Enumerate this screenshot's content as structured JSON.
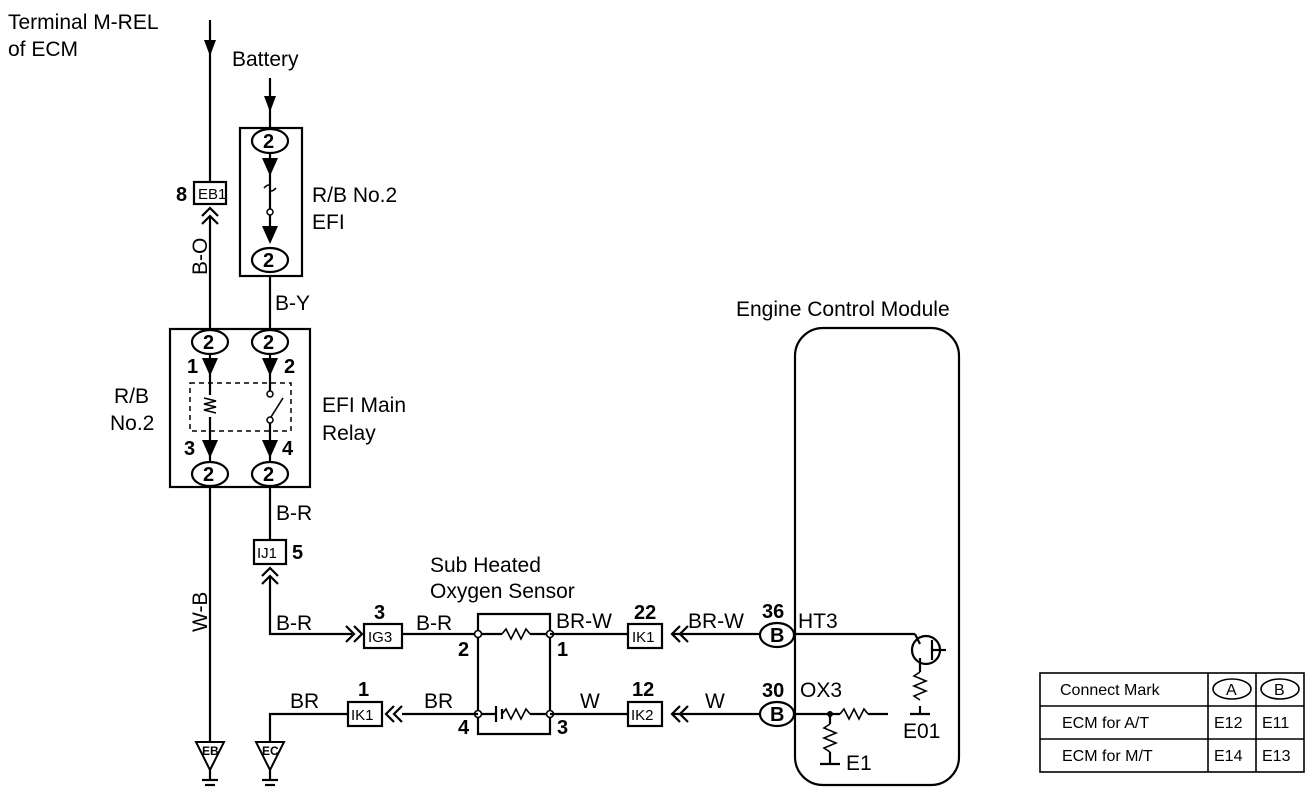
{
  "labels": {
    "terminal_line1": "Terminal M-REL",
    "terminal_line2": "of ECM",
    "battery": "Battery",
    "rb2_efi_line1": "R/B No.2",
    "rb2_efi_line2": "EFI",
    "rb2_relay_line1": "R/B",
    "rb2_relay_line2": "No.2",
    "efi_main_relay_line1": "EFI Main",
    "efi_main_relay_line2": "Relay",
    "ecm_title": "Engine Control Module",
    "sensor_line1": "Sub Heated",
    "sensor_line2": "Oxygen Sensor"
  },
  "wires": {
    "b_o": "B-O",
    "b_y": "B-Y",
    "b_r_top": "B-R",
    "b_r_left": "B-R",
    "b_r_mid": "B-R",
    "w_b": "W-B",
    "br_w_1": "BR-W",
    "br_w_2": "BR-W",
    "w_1": "W",
    "w_2": "W",
    "br_1": "BR",
    "br_2": "BR"
  },
  "connectors": {
    "eb1": "EB1",
    "eb1_pin": "8",
    "ij1": "IJ1",
    "ij1_pin": "5",
    "ig3": "IG3",
    "ig3_pin": "3",
    "ik1_top": "IK1",
    "ik1_top_pin": "22",
    "ik2": "IK2",
    "ik2_pin": "12",
    "ik1_bottom": "IK1",
    "ik1_bottom_pin": "1",
    "ecm_b": "B",
    "ecm_pin_36": "36",
    "ecm_pin_30": "30"
  },
  "pins": {
    "fuse_top": "2",
    "fuse_bottom": "2",
    "relay_top_left": "2",
    "relay_top_right": "2",
    "relay_bottom_left": "2",
    "relay_bottom_right": "2",
    "relay_p1": "1",
    "relay_p2": "2",
    "relay_p3": "3",
    "relay_p4": "4",
    "sensor_p1": "1",
    "sensor_p2": "2",
    "sensor_p3": "3",
    "sensor_p4": "4"
  },
  "ecm_terminals": {
    "ht3": "HT3",
    "ox3": "OX3",
    "e01": "E01",
    "e1": "E1"
  },
  "grounds": {
    "eb": "EB",
    "ec": "EC"
  },
  "connect_table": {
    "header": [
      "Connect Mark",
      "A",
      "B"
    ],
    "rows": [
      [
        "ECM for A/T",
        "E12",
        "E11"
      ],
      [
        "ECM for M/T",
        "E14",
        "E13"
      ]
    ]
  }
}
